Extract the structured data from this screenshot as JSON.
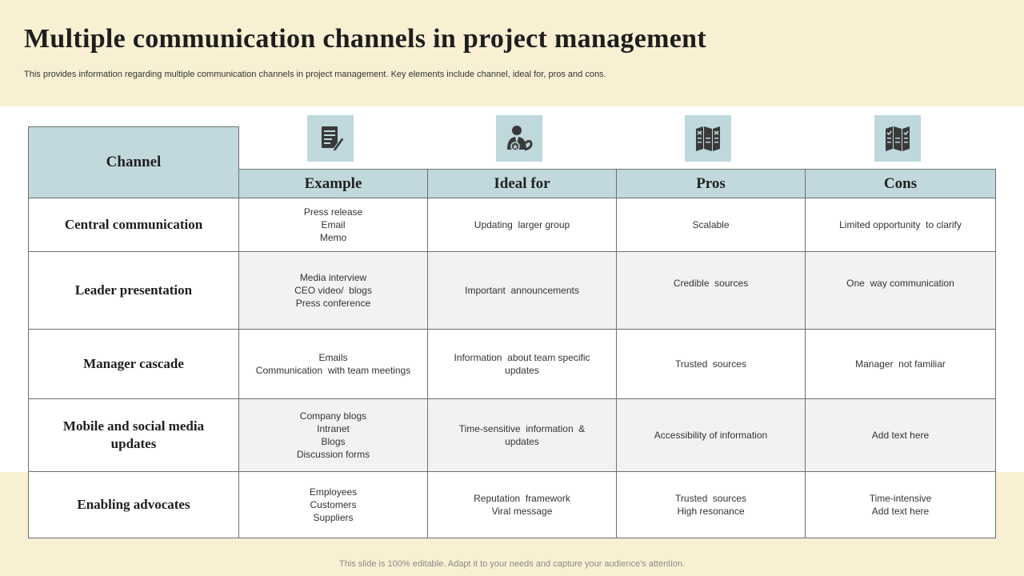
{
  "header": {
    "title": "Multiple communication  channels in project management",
    "subtitle": "This provides information regarding multiple communication channels in project management. Key elements include channel, ideal for, pros and cons."
  },
  "footer": {
    "text": "This slide is 100% editable. Adapt it to your needs and capture your audience's attention."
  },
  "icons": [
    "document-pen-icon",
    "person-award-icon",
    "brochure-cross-icon",
    "brochure-check-icon"
  ],
  "colors": {
    "band": "#f9f0d3",
    "header_fill": "#c1d9dd",
    "icon_fill": "#bed8dc",
    "alt_row": "#f2f2f2",
    "icon_ink": "#3a3a3a"
  },
  "table": {
    "channel_header": "Channel",
    "columns": [
      "Example",
      "Ideal for",
      "Pros",
      "Cons"
    ],
    "rows": [
      {
        "channel": "Central communication",
        "example": [
          "Press release",
          "Email",
          "Memo"
        ],
        "ideal_for": [
          "Updating  larger group"
        ],
        "pros": [
          "Scalable"
        ],
        "cons": [
          "Limited opportunity  to clarify"
        ]
      },
      {
        "channel": "Leader presentation",
        "example": [
          "Media interview",
          "CEO video/  blogs",
          "Press conference"
        ],
        "ideal_for": [
          "Important  announcements"
        ],
        "pros": [
          "Credible  sources"
        ],
        "cons": [
          "One  way communication"
        ]
      },
      {
        "channel": "Manager cascade",
        "example": [
          "Emails",
          "Communication  with team meetings"
        ],
        "ideal_for": [
          "Information  about team specific",
          "updates"
        ],
        "pros": [
          "Trusted  sources"
        ],
        "cons": [
          "Manager  not familiar"
        ]
      },
      {
        "channel": "Mobile and social media updates",
        "example": [
          "Company blogs",
          "Intranet",
          "Blogs",
          "Discussion forms"
        ],
        "ideal_for": [
          "Time-sensitive  information  &",
          "updates"
        ],
        "pros": [
          "Accessibility of information"
        ],
        "cons": [
          "Add text here"
        ]
      },
      {
        "channel": "Enabling advocates",
        "example": [
          "Employees",
          "Customers",
          "Suppliers"
        ],
        "ideal_for": [
          "Reputation  framework",
          "Viral message"
        ],
        "pros": [
          "Trusted  sources",
          "High resonance"
        ],
        "cons": [
          "Time-intensive",
          "Add text here"
        ]
      }
    ]
  }
}
